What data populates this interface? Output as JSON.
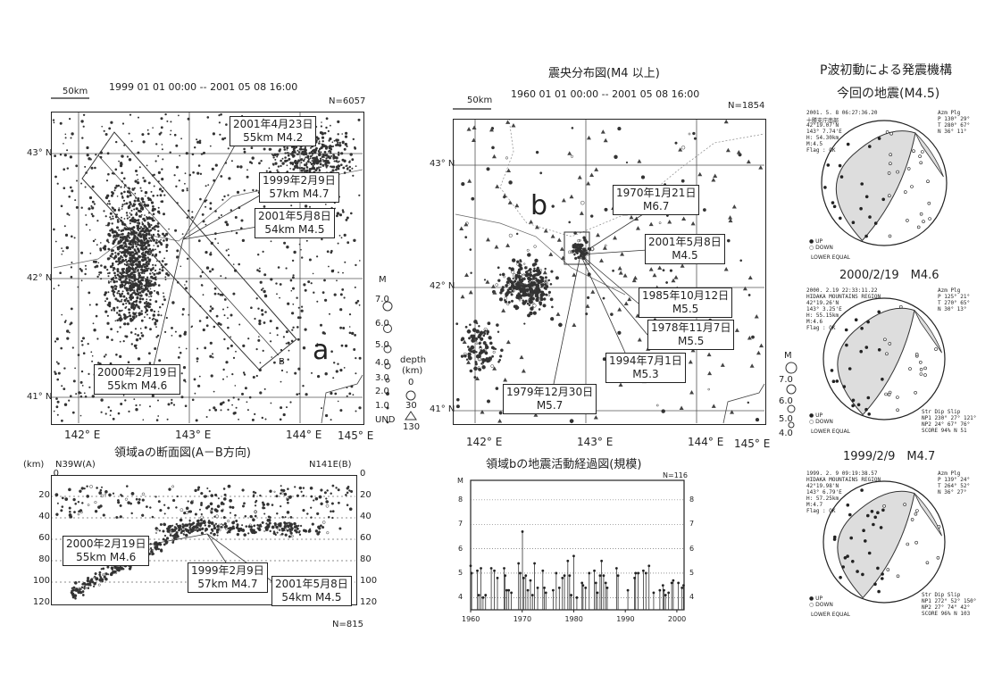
{
  "map_a": {
    "period": "1999 01 01 00:00 -- 2001 05 08 16:00",
    "count": "N=6057",
    "scale": "50km",
    "lat_labels": [
      "43° N",
      "42° N",
      "41° N"
    ],
    "lon_labels": [
      "142° E",
      "143° E",
      "144° E",
      "145° E"
    ],
    "region_label": "a",
    "end_label": "B",
    "events": [
      {
        "date": "2001年4月23日",
        "info": "55km  M4.2"
      },
      {
        "date": "1999年2月9日",
        "info": "57km   M4.7"
      },
      {
        "date": "2001年5月8日",
        "info": "54km  M4.5"
      },
      {
        "date": "2000年2月19日",
        "info": "55km  M4.6"
      }
    ],
    "legend": {
      "m_title": "M",
      "m_values": [
        "7.0",
        "6.0",
        "5.0",
        "4.0",
        "3.0",
        "2.0",
        "1.0",
        "UND"
      ],
      "depth_title": "depth",
      "depth_unit": "(km)",
      "depth_values": [
        "0",
        "30",
        "130"
      ]
    }
  },
  "map_b": {
    "title": "震央分布図(M4 以上)",
    "period": "1960 01 01 00:00 -- 2001 05 08 16:00",
    "count": "N=1854",
    "scale": "50km",
    "lat_labels": [
      "43° N",
      "42° N",
      "41° N"
    ],
    "lon_labels": [
      "142° E",
      "143° E",
      "144° E",
      "145° E"
    ],
    "region_label": "b",
    "events": [
      {
        "date": "1970年1月21日",
        "info": "M6.7"
      },
      {
        "date": "2001年5月8日",
        "info": "M4.5"
      },
      {
        "date": "1985年10月12日",
        "info": "M5.5"
      },
      {
        "date": "1978年11月7日",
        "info": "M5.5"
      },
      {
        "date": "1994年7月1日",
        "info": "M5.3"
      },
      {
        "date": "1979年12月30日",
        "info": "M5.7"
      }
    ],
    "legend": {
      "m_title": "M",
      "m_values": [
        "7.0",
        "6.0",
        "5.0",
        "4.0"
      ]
    }
  },
  "cross_section": {
    "title": "領域aの断面図(A－B方向)",
    "unit": "(km)",
    "left_end": "N39W(A)",
    "right_end": "N141E(B)",
    "depth_ticks": [
      "0",
      "20",
      "40",
      "60",
      "80",
      "100",
      "120"
    ],
    "count": "N=815",
    "events": [
      {
        "date": "2000年2月19日",
        "info": "55km  M4.6"
      },
      {
        "date": "1999年2月9日",
        "info": "57km  M4.7"
      },
      {
        "date": "2001年5月8日",
        "info": "54km  M4.5"
      }
    ]
  },
  "chart_data": {
    "type": "bar",
    "title": "領域bの地震活動経過図(規模)",
    "ylabel": "M",
    "count": "N=116",
    "ylim": [
      3.5,
      8.8
    ],
    "xlim": [
      1960,
      2001.4
    ],
    "y_ticks": [
      "4",
      "5",
      "6",
      "7",
      "8"
    ],
    "x_ticks": [
      "1960",
      "1970",
      "1980",
      "1990",
      "2000"
    ],
    "x": [
      1960.0,
      1960.2,
      1961.3,
      1961.6,
      1962.0,
      1962.4,
      1962.9,
      1964.0,
      1964.6,
      1965.2,
      1966.5,
      1966.7,
      1967.0,
      1967.4,
      1967.9,
      1969.3,
      1969.6,
      1970.05,
      1970.3,
      1970.7,
      1971.1,
      1971.6,
      1972.0,
      1972.4,
      1973.0,
      1974.0,
      1974.3,
      1974.6,
      1976.0,
      1976.6,
      1977.2,
      1977.8,
      1978.2,
      1978.85,
      1979.2,
      1979.5,
      1980.0,
      1980.6,
      1981.6,
      1981.8,
      1982.3,
      1983.0,
      1984.0,
      1984.3,
      1984.6,
      1985.1,
      1985.4,
      1985.8,
      1986.2,
      1986.5,
      1988.3,
      1988.6,
      1990.5,
      1991.8,
      1992.0,
      1992.5,
      1993.5,
      1994.0,
      1994.6,
      1995.5,
      1996.7,
      1997.3,
      1997.5,
      1997.8,
      1998.4,
      1999.0,
      1999.3,
      2000.3,
      2001.0,
      2001.3
    ],
    "values": [
      5.3,
      5.0,
      5.1,
      4.1,
      5.2,
      4.0,
      4.1,
      5.2,
      5.1,
      4.8,
      5.2,
      4.9,
      4.3,
      4.3,
      4.2,
      5.4,
      5.0,
      6.7,
      4.8,
      4.9,
      4.3,
      4.7,
      4.1,
      5.4,
      4.4,
      5.1,
      4.4,
      4.2,
      4.3,
      5.0,
      4.4,
      4.8,
      4.9,
      5.5,
      4.9,
      4.1,
      5.7,
      4.0,
      4.6,
      4.5,
      4.4,
      5.0,
      5.1,
      4.6,
      4.2,
      4.9,
      5.5,
      4.9,
      4.6,
      4.4,
      5.2,
      4.9,
      4.3,
      4.8,
      5.0,
      5.0,
      5.1,
      5.0,
      5.3,
      4.2,
      4.3,
      4.5,
      4.3,
      4.1,
      4.2,
      4.6,
      4.7,
      4.6,
      4.4,
      4.5
    ]
  },
  "mechanism": {
    "title": "P波初動による発震機構",
    "subtitle": "今回の地震(M4.5)",
    "balls": [
      {
        "heading": "",
        "info": [
          "2001. 5. 8  06:27:36.20",
          "十勝支庁南部",
          "42°19.07'N",
          "143° 7.74'E",
          "H: 54.30km",
          "M:4.5",
          "Flag : OK"
        ],
        "axes": [
          "Azm Plg",
          "P  130° 29°",
          "T  280° 67°",
          "N   36° 11°"
        ],
        "planes": [],
        "legend": [
          "● UP",
          "○ DOWN"
        ],
        "footer": "LOWER EQUAL"
      },
      {
        "heading": "2000/2/19　M4.6",
        "info": [
          "2000. 2.19  22:33:11.22",
          "HIDAKA MOUNTAINS REGION",
          "42°19.26'N",
          "143° 3.25'E",
          "H: 55.15km",
          "M:4.6",
          "Flag : OK"
        ],
        "axes": [
          "Azm Plg",
          "P  125° 21°",
          "T  270° 65°",
          "N   30° 13°"
        ],
        "planes": [
          "Str Dip Slip",
          "NP1 230° 27° 121°",
          "NP2 24° 67° 76°",
          "SCORE 94% N 51"
        ],
        "legend": [
          "● UP",
          "○ DOWN"
        ],
        "footer": "LOWER EQUAL"
      },
      {
        "heading": "1999/2/9　M4.7",
        "info": [
          "1999. 2. 9  09:19:38.57",
          "HIDAKA MOUNTAINS REGION",
          "42°19.98'N",
          "143° 6.79'E",
          "H: 57.25km",
          "M:4.7",
          "Flag : OK"
        ],
        "axes": [
          "Azm Plg",
          "P  139° 24°",
          "T  264° 52°",
          "N   36° 27°"
        ],
        "planes": [
          "Str Dip Slip",
          "NP1 272° 52° 150°",
          "NP2 27° 74° 42°",
          "SCORE 96% N 103"
        ],
        "legend": [
          "● UP",
          "○ DOWN"
        ],
        "footer": "LOWER EQUAL"
      }
    ]
  }
}
